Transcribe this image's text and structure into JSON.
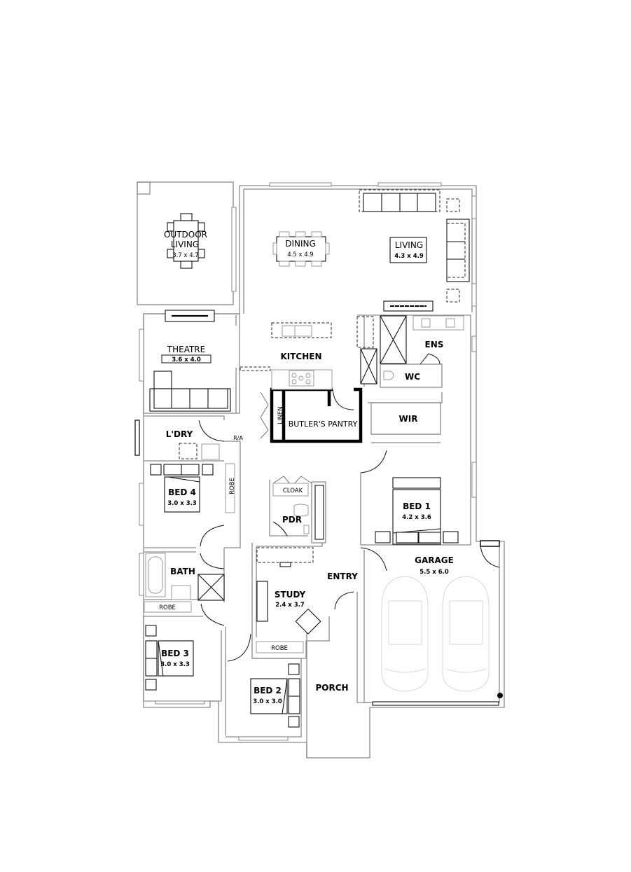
{
  "plan": {
    "type": "residential-floor-plan",
    "rooms": [
      {
        "key": "outdoor_living",
        "name": "OUTDOOR",
        "name2": "LIVING",
        "dims": "3.7 x 4.7"
      },
      {
        "key": "dining",
        "name": "DINING",
        "dims": "4.5 x 4.9"
      },
      {
        "key": "living",
        "name": "LIVING",
        "dims": "4.3 x 4.9"
      },
      {
        "key": "theatre",
        "name": "THEATRE",
        "dims": "3.6 x 4.0"
      },
      {
        "key": "kitchen",
        "name": "KITCHEN",
        "dims": ""
      },
      {
        "key": "butlers_pantry",
        "name": "BUTLER'S PANTRY",
        "dims": ""
      },
      {
        "key": "linen",
        "name": "LINEN",
        "dims": ""
      },
      {
        "key": "ens",
        "name": "ENS",
        "dims": ""
      },
      {
        "key": "wc",
        "name": "WC",
        "dims": ""
      },
      {
        "key": "wir",
        "name": "WIR",
        "dims": ""
      },
      {
        "key": "ldry",
        "name": "L'DRY",
        "dims": ""
      },
      {
        "key": "ra",
        "name": "R/A",
        "dims": ""
      },
      {
        "key": "bed4",
        "name": "BED 4",
        "dims": "3.0 x 3.3"
      },
      {
        "key": "robe_bed4",
        "name": "ROBE",
        "dims": ""
      },
      {
        "key": "cloak",
        "name": "CLOAK",
        "dims": ""
      },
      {
        "key": "pdr",
        "name": "PDR",
        "dims": ""
      },
      {
        "key": "bed1",
        "name": "BED 1",
        "dims": "4.2 x 3.6"
      },
      {
        "key": "bath",
        "name": "BATH",
        "dims": ""
      },
      {
        "key": "robe_bed3",
        "name": "ROBE",
        "dims": ""
      },
      {
        "key": "study",
        "name": "STUDY",
        "dims": "2.4 x 3.7"
      },
      {
        "key": "entry",
        "name": "ENTRY",
        "dims": ""
      },
      {
        "key": "garage",
        "name": "GARAGE",
        "dims": "5.5 x 6.0"
      },
      {
        "key": "bed3",
        "name": "BED 3",
        "dims": "3.0 x 3.3"
      },
      {
        "key": "robe_bed2",
        "name": "ROBE",
        "dims": ""
      },
      {
        "key": "bed2",
        "name": "BED 2",
        "dims": "3.0 x 3.0"
      },
      {
        "key": "porch",
        "name": "PORCH",
        "dims": ""
      }
    ]
  },
  "colors": {
    "background": "#ffffff",
    "walls": "#8a8a8a",
    "butlers_pantry_walls": "#000000",
    "furniture": "#111111",
    "cars": "#d9d9d9"
  }
}
